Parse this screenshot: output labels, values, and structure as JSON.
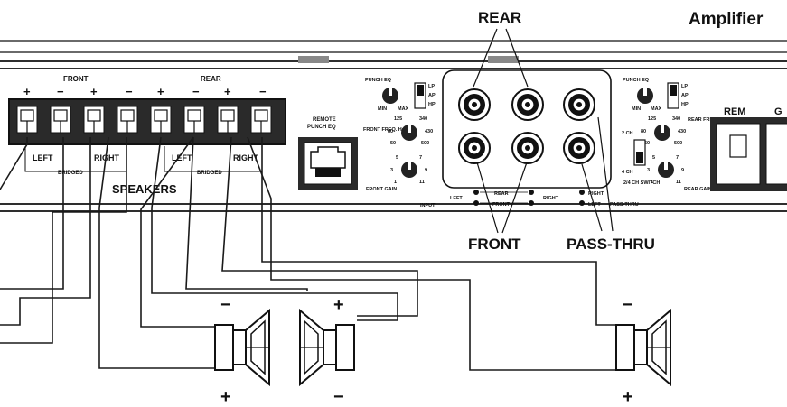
{
  "title": "Amplifier",
  "callouts": {
    "rear": "REAR",
    "front": "FRONT",
    "pass_thru": "PASS-THRU"
  },
  "speaker_terminals": {
    "group_front": "FRONT",
    "group_rear": "REAR",
    "polarity": [
      "+",
      "−",
      "+",
      "−",
      "+",
      "−",
      "+",
      "−"
    ],
    "front_left": "LEFT",
    "front_right": "RIGHT",
    "front_bridged": "BRIDGED",
    "rear_left": "LEFT",
    "rear_right": "RIGHT",
    "rear_bridged": "BRIDGED",
    "label": "SPEAKERS"
  },
  "remote_punch_eq": {
    "line1": "REMOTE",
    "line2": "PUNCH EQ"
  },
  "front_controls": {
    "punch_eq": "PUNCH EQ",
    "min": "MIN",
    "max": "MAX",
    "switch_lp": "LP",
    "switch_ap": "AP",
    "switch_hp": "HP",
    "freq_label": "FRONT FREQ. Hz",
    "freq_ticks": [
      "125",
      "340",
      "80",
      "430",
      "50",
      "500"
    ],
    "gain_label": "FRONT GAIN",
    "gain_ticks": [
      "5",
      "7",
      "3",
      "9",
      "1",
      "11"
    ]
  },
  "rca_input": {
    "input": "INPUT",
    "left": "LEFT",
    "right": "RIGHT",
    "rear": "REAR",
    "front": "FRONT"
  },
  "pass_thru_jacks": {
    "right": "RIGHT",
    "left": "LEFT",
    "label": "PASS-THRU"
  },
  "rear_controls": {
    "punch_eq": "PUNCH EQ",
    "min": "MIN",
    "max": "MAX",
    "switch_lp": "LP",
    "switch_ap": "AP",
    "switch_hp": "HP",
    "freq_label": "REAR FREQ. Hz",
    "freq_ticks": [
      "125",
      "340",
      "80",
      "430",
      "50",
      "500"
    ],
    "ch_2": "2 CH",
    "ch_4": "4 CH",
    "ch_switch": "2/4 CH SWITCH",
    "gain_label": "REAR GAIN",
    "gain_ticks": [
      "5",
      "7",
      "3",
      "9",
      "1",
      "11"
    ]
  },
  "power_block": {
    "rem": "REM",
    "gnd": "G"
  },
  "speakers": [
    {
      "name": "speaker-1",
      "top": "−",
      "bottom": "+"
    },
    {
      "name": "speaker-2",
      "top": "+",
      "bottom": "−"
    },
    {
      "name": "speaker-3",
      "top": "−",
      "bottom": "+"
    }
  ],
  "colors": {
    "ink": "#111111",
    "panel": "#ffffff",
    "terminal_fill": "#2a2a2a",
    "background": "#ffffff"
  }
}
